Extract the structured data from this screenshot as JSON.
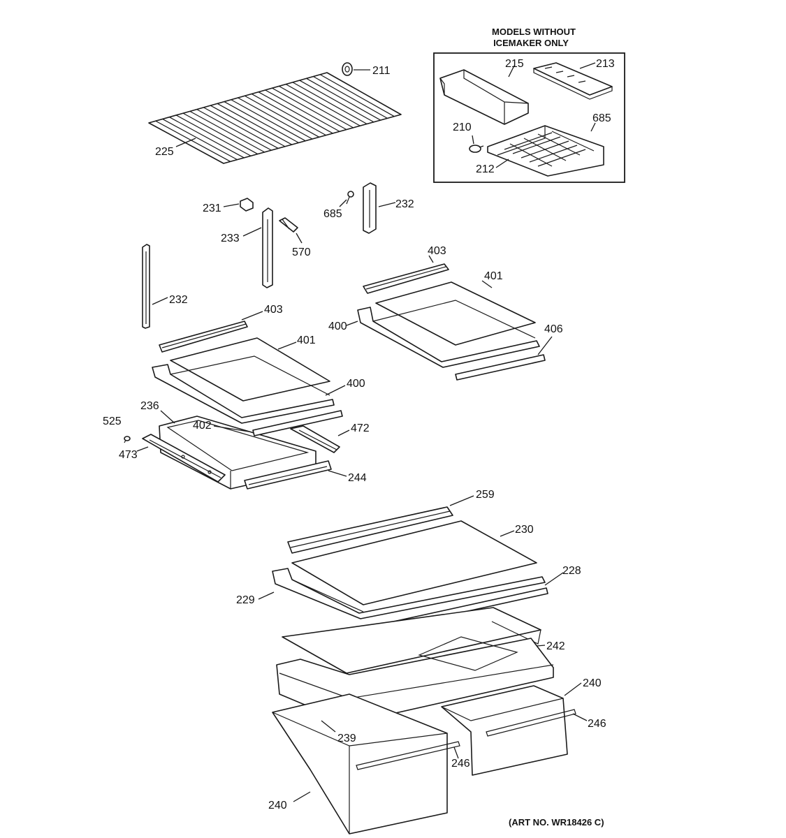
{
  "inset": {
    "heading_line1": "MODELS WITHOUT",
    "heading_line2": "ICEMAKER ONLY"
  },
  "art_number": "(ART NO. WR18426 C)",
  "callouts": {
    "p211": "211",
    "p225": "225",
    "p215": "215",
    "p213": "213",
    "p210": "210",
    "p685_inset": "685",
    "p212": "212",
    "p231": "231",
    "p233": "233",
    "p570": "570",
    "p685": "685",
    "p232_right": "232",
    "p232_left": "232",
    "p403_left": "403",
    "p401_left": "401",
    "p400_left": "400",
    "p236": "236",
    "p525": "525",
    "p402": "402",
    "p472": "472",
    "p473": "473",
    "p244": "244",
    "p403_right": "403",
    "p401_right": "401",
    "p400_right": "400",
    "p406": "406",
    "p259": "259",
    "p230": "230",
    "p228": "228",
    "p229": "229",
    "p242": "242",
    "p240_right": "240",
    "p246_right": "246",
    "p239": "239",
    "p246_left": "246",
    "p240_left": "240"
  }
}
